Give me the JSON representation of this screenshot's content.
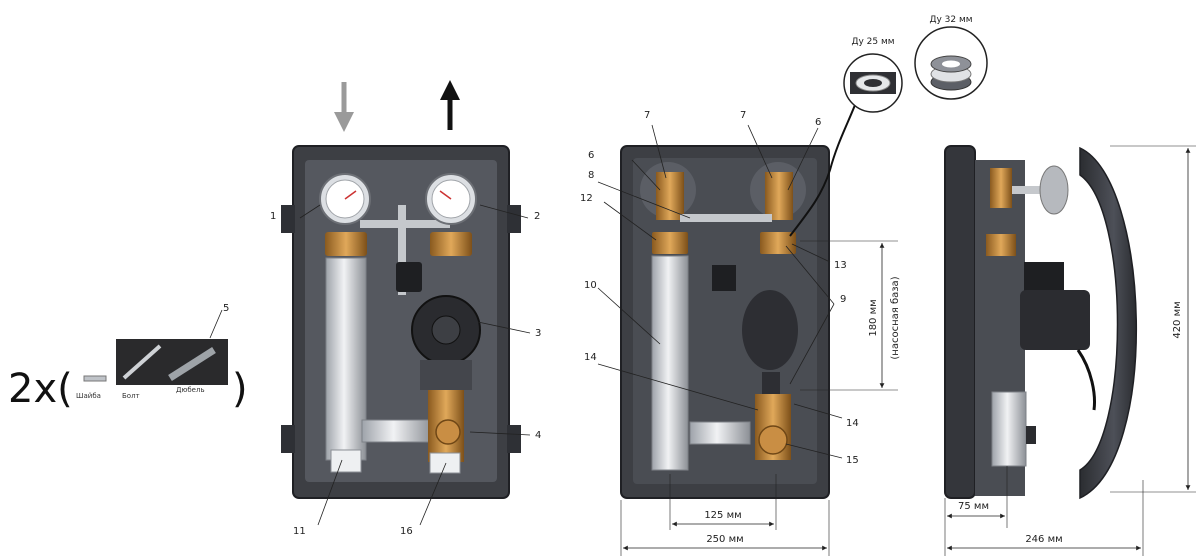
{
  "kit": {
    "prefix": "2x(",
    "suffix": ")",
    "washer": "Шайба",
    "bolt": "Болт",
    "dowel": "Дюбель",
    "callout": "5"
  },
  "callouts": {
    "n1": "1",
    "n2": "2",
    "n3": "3",
    "n4": "4",
    "n11": "11",
    "n16": "16",
    "m6a": "6",
    "m6b": "6",
    "m7a": "7",
    "m7b": "7",
    "m8": "8",
    "m9": "9",
    "m10": "10",
    "m12": "12",
    "m13": "13",
    "m14a": "14",
    "m14b": "14",
    "m15": "15"
  },
  "gaskets": {
    "dn25": "Ду 25 мм",
    "dn32": "Ду 32 мм"
  },
  "dimensions": {
    "pump_base": "180 мм",
    "pump_base_note": "(насосная база)",
    "pipe_spacing": "125 мм",
    "front_width": "250 мм",
    "height": "420 мм",
    "wall_offset": "75 мм",
    "depth": "246 мм"
  },
  "colors": {
    "insulation": "#3d3f44",
    "insulation_edge": "#1f2024",
    "brass": "#b9833a",
    "copper": "#d08a4a",
    "pipe": "#d8dbe0",
    "arrow_in": "#9a9a9a",
    "arrow_out": "#111111"
  }
}
